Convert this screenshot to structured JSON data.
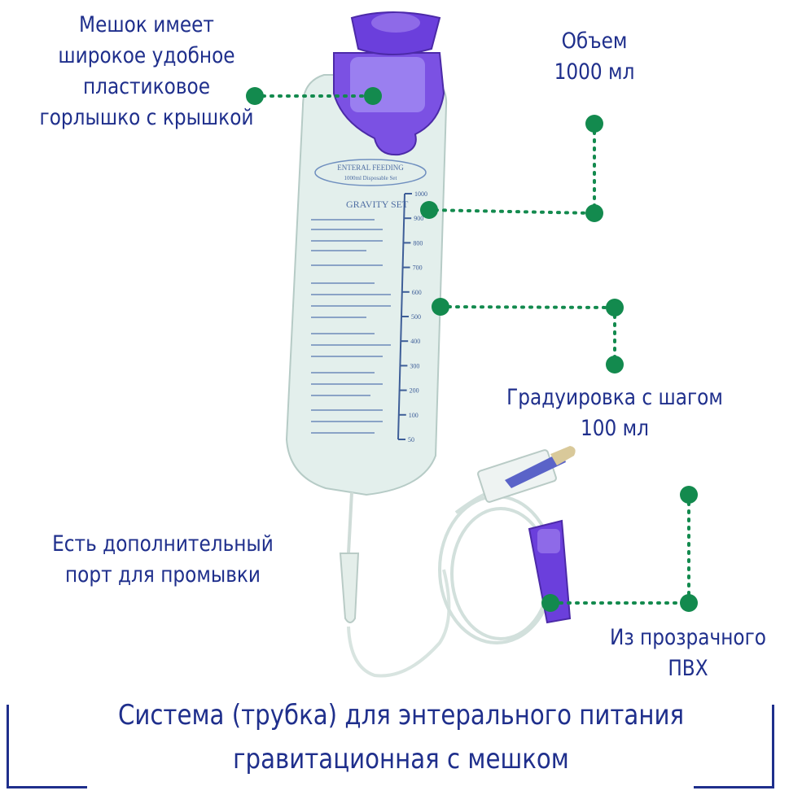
{
  "annotations": {
    "neck": [
      "Мешок имеет",
      "широкое удобное",
      "пластиковое",
      "горлышко с крышкой"
    ],
    "volume": [
      "Объем",
      "1000 мл"
    ],
    "graduation": [
      "Градуировка с шагом",
      "100 мл"
    ],
    "port": [
      "Есть дополнительный",
      "порт для промывки"
    ],
    "material": [
      "Из прозрачного",
      "ПВХ"
    ]
  },
  "bag_print": {
    "logo_line1": "ENTERAL FEEDING",
    "logo_line2": "1000ml Disposable Set",
    "set_name": "GRAVITY SET",
    "scale_marks": [
      "1000",
      "900",
      "800",
      "700",
      "600",
      "500",
      "400",
      "300",
      "200",
      "100",
      "50"
    ]
  },
  "footer": {
    "line1": "Система (трубка) для энтерального питания",
    "line2": "гравитационная с мешком"
  },
  "colors": {
    "text": "#1f2f8c",
    "marker": "#138a4e",
    "cap": "#6a3fd8",
    "bag": "#dfeeea"
  }
}
